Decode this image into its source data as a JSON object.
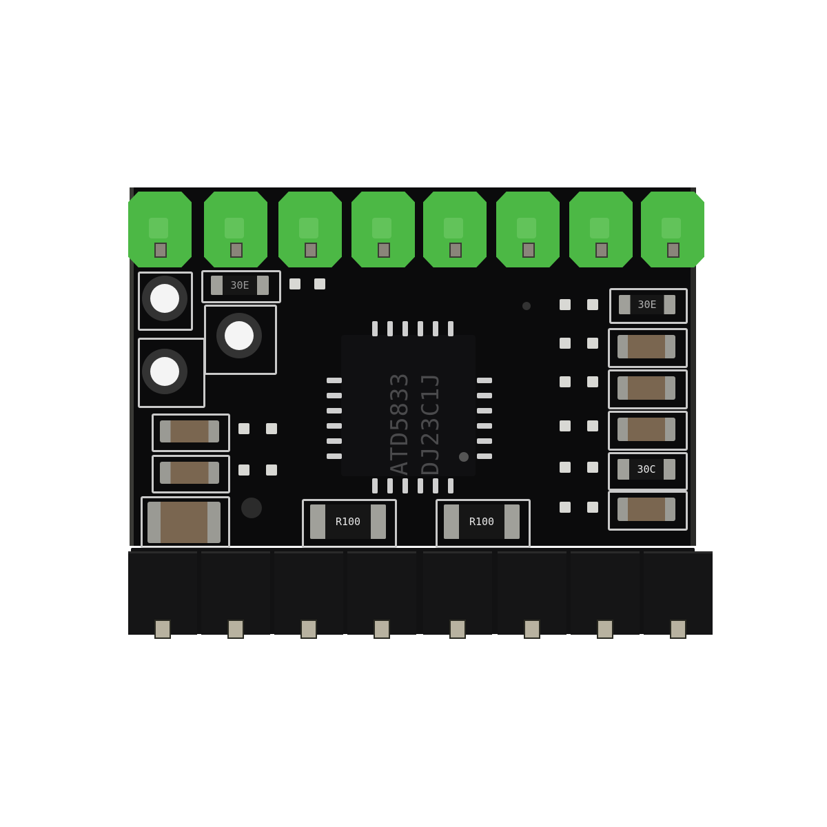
{
  "scene": {
    "subject": "Stepper motor driver module PCB",
    "background_color": "#ffffff",
    "board_color": "#0b0b0c",
    "top_header_color": "#4cb845",
    "bottom_header_color": "#151516",
    "silkscreen_color": "#c9c9c9"
  },
  "chip": {
    "line1": "ATD5833",
    "line2": "DJ23C1J"
  },
  "resistors": {
    "sense_left": "R100",
    "sense_right": "R100",
    "small_top_left": "30E",
    "small_right_top": "30E",
    "small_right_mid": "30C"
  },
  "headers": {
    "top_pin_count": 8,
    "bottom_pin_count": 8
  }
}
